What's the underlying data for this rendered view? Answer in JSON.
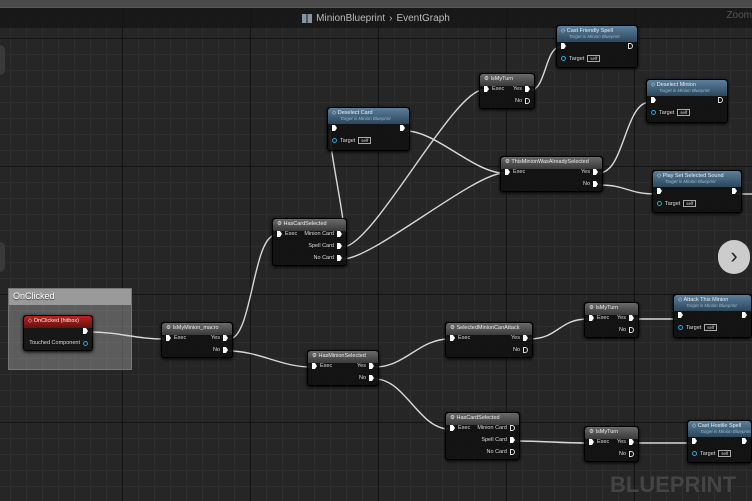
{
  "breadcrumb": {
    "blueprint": "MinionBlueprint",
    "separator": "›",
    "graph": "EventGraph"
  },
  "zoom_label": "Zoom",
  "comment": {
    "title": "OnClicked"
  },
  "watermark": "BLUEPRINT",
  "next_button": "›",
  "nodes": [
    {
      "id": "onclicked",
      "type": "event",
      "title": "OnClicked (hitbox)",
      "pins": [
        {
          "label": "",
          "kind": "exec",
          "side": "out"
        },
        {
          "label": "Touched Component",
          "kind": "obj",
          "side": "out"
        }
      ]
    },
    {
      "id": "ismyminion",
      "type": "macro",
      "title": "IsMyMinion_macro",
      "pins": [
        {
          "label": "Exec",
          "kind": "exec",
          "side": "in"
        },
        {
          "label": "Yes",
          "kind": "exec",
          "side": "out"
        },
        {
          "label": "No",
          "kind": "exec",
          "side": "out"
        }
      ]
    },
    {
      "id": "hasminionselected",
      "type": "macro",
      "title": "HasMinionSelected",
      "pins": [
        {
          "label": "Exec",
          "kind": "exec",
          "side": "in"
        },
        {
          "label": "Yes",
          "kind": "exec",
          "side": "out"
        },
        {
          "label": "No",
          "kind": "exec",
          "side": "out"
        }
      ]
    },
    {
      "id": "hascardselected1",
      "type": "macro",
      "title": "HasCardSelected",
      "pins": [
        {
          "label": "Exec",
          "kind": "exec",
          "side": "in"
        },
        {
          "label": "Minion Card",
          "kind": "exec",
          "side": "out"
        },
        {
          "label": "Spell Card",
          "kind": "exec",
          "side": "out"
        },
        {
          "label": "No Card",
          "kind": "exec",
          "side": "out"
        }
      ]
    },
    {
      "id": "deselectcard",
      "type": "func",
      "title": "Deselect Card",
      "subtitle": "Target is Minion Blueprint",
      "pins": [
        {
          "label": "",
          "kind": "exec",
          "side": "in"
        },
        {
          "label": "",
          "kind": "exec",
          "side": "out"
        },
        {
          "label": "Target",
          "kind": "obj",
          "side": "in",
          "value": "self"
        }
      ]
    },
    {
      "id": "ismyturn1",
      "type": "macro",
      "title": "IsMyTurn",
      "pins": [
        {
          "label": "Exec",
          "kind": "exec",
          "side": "in"
        },
        {
          "label": "Yes",
          "kind": "exec",
          "side": "out"
        },
        {
          "label": "No",
          "kind": "exec-empty",
          "side": "out"
        }
      ]
    },
    {
      "id": "castfriendly",
      "type": "func",
      "title": "Cast Friendly Spell",
      "subtitle": "Target is Minion Blueprint",
      "pins": [
        {
          "label": "",
          "kind": "exec",
          "side": "in"
        },
        {
          "label": "",
          "kind": "exec-empty",
          "side": "out"
        },
        {
          "label": "Target",
          "kind": "obj",
          "side": "in",
          "value": "self"
        }
      ]
    },
    {
      "id": "alreadyselected",
      "type": "macro",
      "title": "ThisMinionWasAlreadySelected",
      "pins": [
        {
          "label": "Exec",
          "kind": "exec",
          "side": "in"
        },
        {
          "label": "Yes",
          "kind": "exec",
          "side": "out"
        },
        {
          "label": "No",
          "kind": "exec",
          "side": "out"
        }
      ]
    },
    {
      "id": "deselectminion",
      "type": "func",
      "title": "Deselect Minion",
      "subtitle": "Target is Minion Blueprint",
      "pins": [
        {
          "label": "",
          "kind": "exec",
          "side": "in"
        },
        {
          "label": "",
          "kind": "exec-empty",
          "side": "out"
        },
        {
          "label": "Target",
          "kind": "obj",
          "side": "in",
          "value": "self"
        }
      ]
    },
    {
      "id": "playsound",
      "type": "func",
      "title": "Play Set Selected Sound",
      "subtitle": "Target is Minion Blueprint",
      "pins": [
        {
          "label": "",
          "kind": "exec",
          "side": "in"
        },
        {
          "label": "",
          "kind": "exec",
          "side": "out"
        },
        {
          "label": "Target",
          "kind": "obj",
          "side": "in",
          "value": "self"
        }
      ]
    },
    {
      "id": "canattack",
      "type": "macro",
      "title": "SelectedMinionCanAttack",
      "pins": [
        {
          "label": "Exec",
          "kind": "exec",
          "side": "in"
        },
        {
          "label": "Yes",
          "kind": "exec",
          "side": "out"
        },
        {
          "label": "No",
          "kind": "exec-empty",
          "side": "out"
        }
      ]
    },
    {
      "id": "ismyturn2",
      "type": "macro",
      "title": "IsMyTurn",
      "pins": [
        {
          "label": "Exec",
          "kind": "exec",
          "side": "in"
        },
        {
          "label": "Yes",
          "kind": "exec",
          "side": "out"
        },
        {
          "label": "No",
          "kind": "exec-empty",
          "side": "out"
        }
      ]
    },
    {
      "id": "attackminion",
      "type": "func",
      "title": "Attack This Minion",
      "subtitle": "Target is Minion Blueprint",
      "pins": [
        {
          "label": "",
          "kind": "exec",
          "side": "in"
        },
        {
          "label": "",
          "kind": "exec",
          "side": "out"
        },
        {
          "label": "Target",
          "kind": "obj",
          "side": "in",
          "value": "self"
        }
      ]
    },
    {
      "id": "hascardselected2",
      "type": "macro",
      "title": "HasCardSelected",
      "pins": [
        {
          "label": "Exec",
          "kind": "exec",
          "side": "in"
        },
        {
          "label": "Minion Card",
          "kind": "exec-empty",
          "side": "out"
        },
        {
          "label": "Spell Card",
          "kind": "exec",
          "side": "out"
        },
        {
          "label": "No Card",
          "kind": "exec-empty",
          "side": "out"
        }
      ]
    },
    {
      "id": "ismyturn3",
      "type": "macro",
      "title": "IsMyTurn",
      "pins": [
        {
          "label": "Exec",
          "kind": "exec",
          "side": "in"
        },
        {
          "label": "Yes",
          "kind": "exec",
          "side": "out"
        },
        {
          "label": "No",
          "kind": "exec-empty",
          "side": "out"
        }
      ]
    },
    {
      "id": "casthostile",
      "type": "func",
      "title": "Cast Hostile Spell",
      "subtitle": "Target is Minion Blueprint",
      "pins": [
        {
          "label": "",
          "kind": "exec",
          "side": "in"
        },
        {
          "label": "",
          "kind": "exec",
          "side": "out"
        },
        {
          "label": "Target",
          "kind": "obj",
          "side": "in",
          "value": "self"
        }
      ]
    }
  ]
}
